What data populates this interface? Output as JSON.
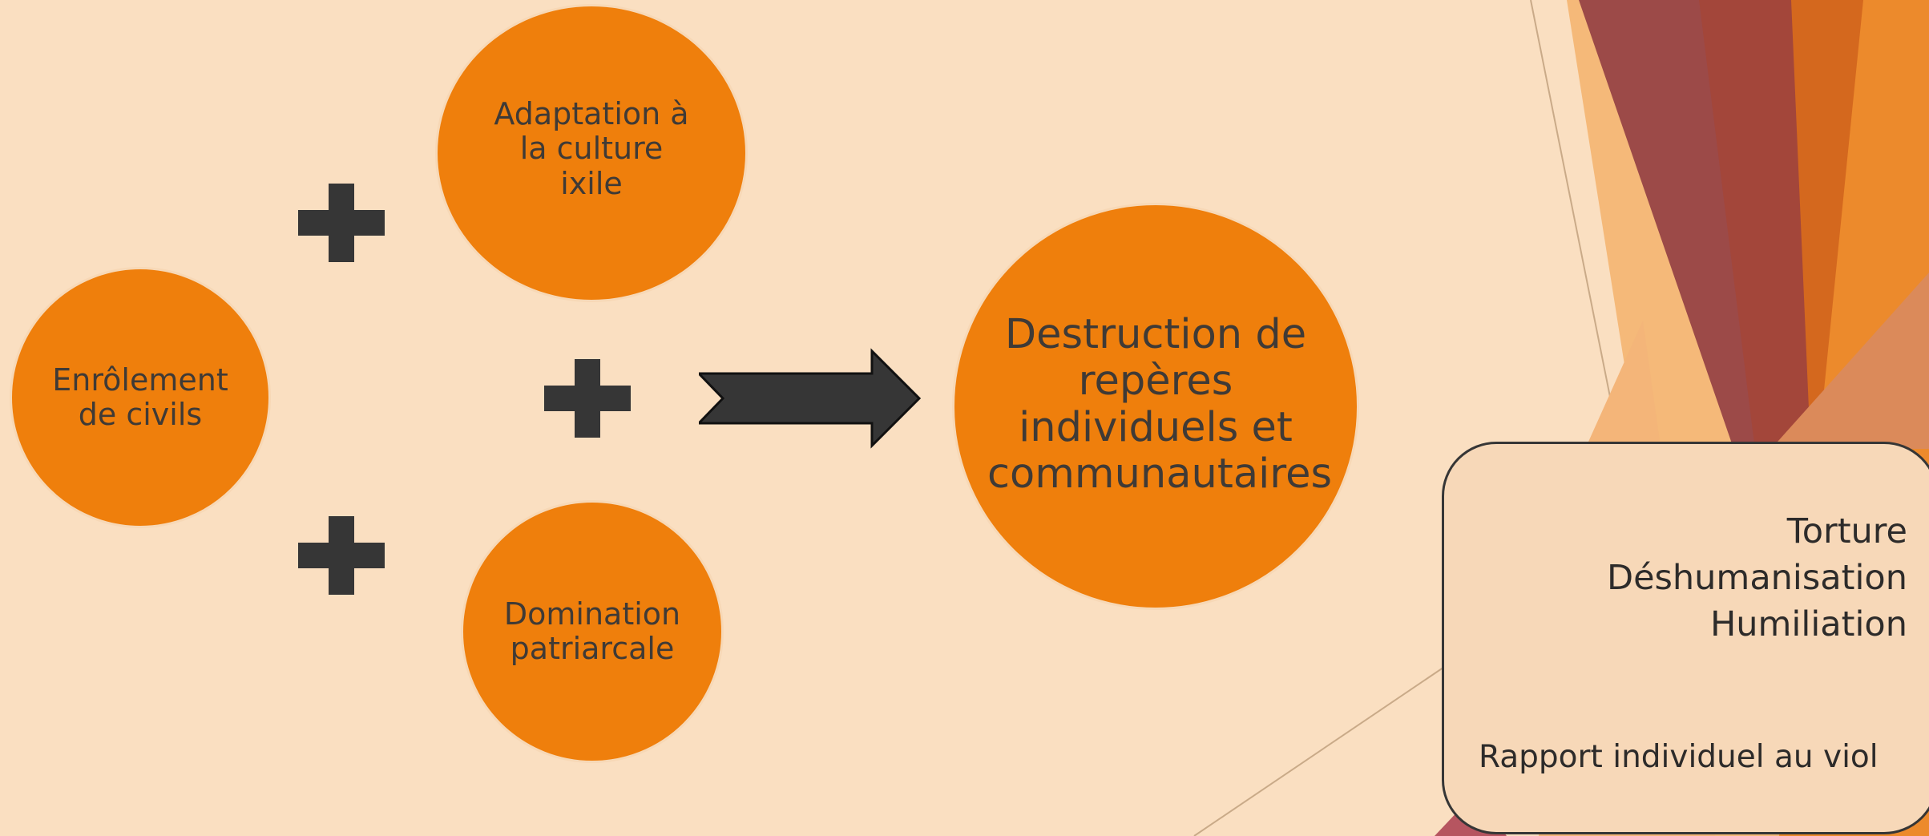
{
  "nodes": {
    "enrolement": "Enrôlement de civils",
    "adaptation": "Adaptation à la culture ixile",
    "domination": "Domination patriarcale",
    "destruction": "Destruction de repères individuels et communautaires"
  },
  "callout": {
    "items": [
      "Torture",
      "Déshumanisation",
      "Humiliation"
    ],
    "footer": "Rapport individuel au viol"
  },
  "colors": {
    "background": "#fadfc1",
    "circle_fill": "#ef7f0c",
    "dark": "#363636",
    "callout_fill": "#f7d8b8"
  },
  "icons": [
    "plus-icon",
    "right-arrow-icon"
  ]
}
